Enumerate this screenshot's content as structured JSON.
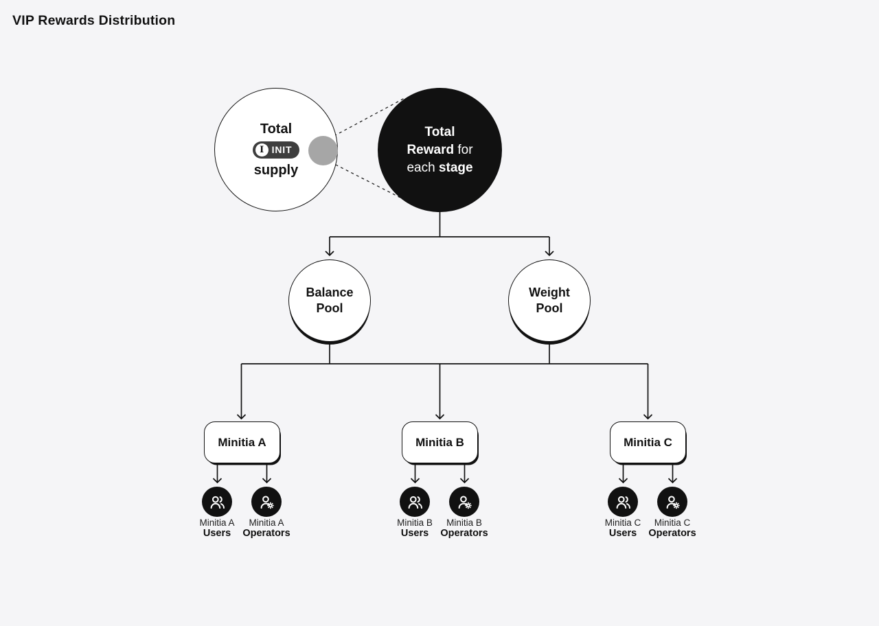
{
  "title": "VIP Rewards Distribution",
  "colors": {
    "background": "#f5f5f7",
    "ink": "#111111",
    "badge_bg": "#3e3e3e",
    "gray_dot": "#a6a6a6",
    "white": "#ffffff"
  },
  "supply_circle": {
    "line1": "Total",
    "badge_symbol": "I",
    "badge_label": "INIT",
    "line2": "supply"
  },
  "reward_circle": {
    "l1": "Total",
    "l2_bold": "Reward",
    "l2_reg": " for",
    "l3_reg": "each ",
    "l3_bold": "stage"
  },
  "pools": [
    {
      "line1": "Balance",
      "line2": "Pool"
    },
    {
      "line1": "Weight",
      "line2": "Pool"
    }
  ],
  "minitias": [
    {
      "label": "Minitia A",
      "users_line1": "Minitia A",
      "users_line2": "Users",
      "operators_line1": "Minitia A",
      "operators_line2": "Operators"
    },
    {
      "label": "Minitia B",
      "users_line1": "Minitia B",
      "users_line2": "Users",
      "operators_line1": "Minitia B",
      "operators_line2": "Operators"
    },
    {
      "label": "Minitia C",
      "users_line1": "Minitia C",
      "users_line2": "Users",
      "operators_line1": "Minitia C",
      "operators_line2": "Operators"
    }
  ]
}
